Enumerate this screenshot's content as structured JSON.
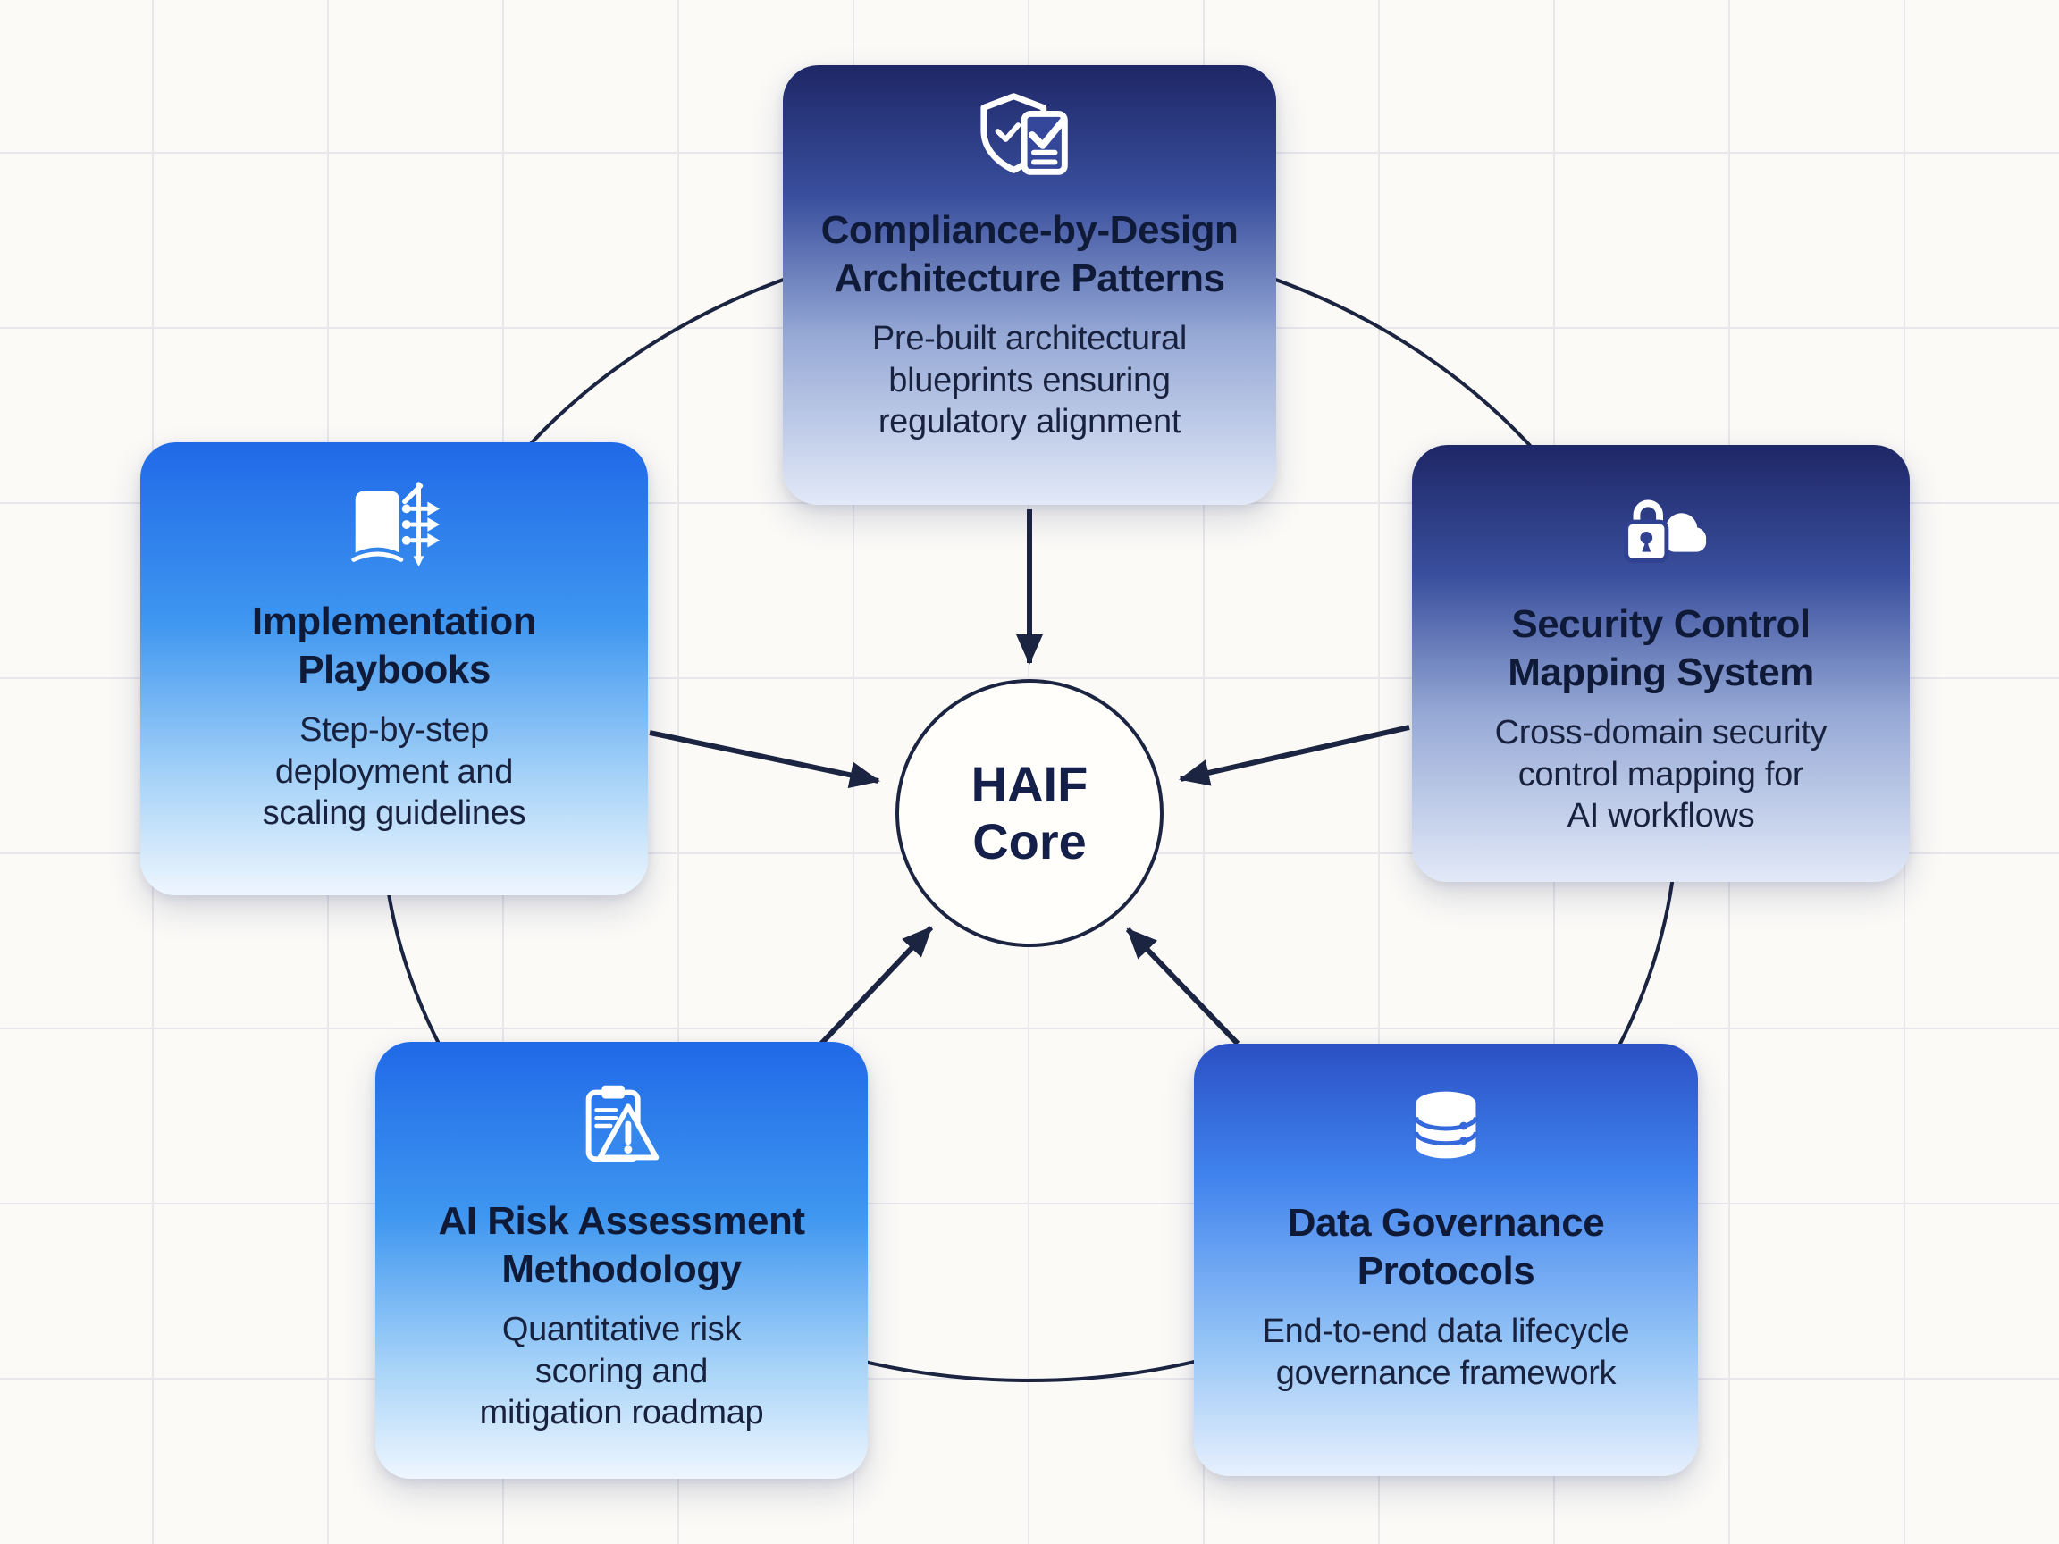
{
  "diagram": {
    "type": "hub-and-spoke",
    "center": {
      "label": "HAIF\nCore"
    },
    "cards": [
      {
        "position": "top",
        "icon": "shield-check-document-icon",
        "title": "Compliance-by-Design\nArchitecture Patterns",
        "subtitle": "Pre-built architectural\nblueprints ensuring\nregulatory alignment"
      },
      {
        "position": "left",
        "icon": "playbook-steps-icon",
        "title": "Implementation\nPlaybooks",
        "subtitle": "Step-by-step\ndeployment and\nscaling guidelines"
      },
      {
        "position": "right",
        "icon": "lock-cloud-icon",
        "title": "Security Control\nMapping System",
        "subtitle": "Cross-domain security\ncontrol mapping for\nAI workflows"
      },
      {
        "position": "bottom-left",
        "icon": "clipboard-warning-icon",
        "title": "AI Risk Assessment\nMethodology",
        "subtitle": "Quantitative risk\nscoring and\nmitigation roadmap"
      },
      {
        "position": "bottom-right",
        "icon": "database-icon",
        "title": "Data Governance\nProtocols",
        "subtitle": "End-to-end data lifecycle\ngovernance framework"
      }
    ],
    "palette": {
      "background": "#fbfaf7",
      "grid_line": "#e8e7ec",
      "connector_line": "#1b2440",
      "text_dark": "#0e1a38",
      "dark_card_gradient_top": "#1e2766",
      "dark_card_gradient_bottom": "#e2e9f8",
      "blue_card_gradient_top": "#2069e8",
      "blue_card_gradient_bottom": "#eef6fe",
      "core_fill": "#fffefb",
      "icon_color": "#ffffff"
    }
  }
}
